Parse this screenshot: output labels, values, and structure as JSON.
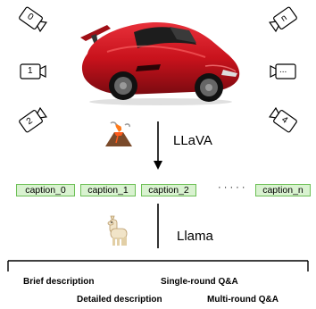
{
  "cameras": [
    {
      "label": "0"
    },
    {
      "label": "1"
    },
    {
      "label": "2"
    },
    {
      "label": "n"
    },
    {
      "label": "..."
    },
    {
      "label": "4"
    }
  ],
  "models": {
    "captioner": {
      "label": "LLaVA",
      "icon": "volcano-icon"
    },
    "generator": {
      "label": "Llama",
      "icon": "llama-icon"
    }
  },
  "captions": {
    "items": [
      "caption_0",
      "caption_1",
      "caption_2",
      "caption_n"
    ],
    "ellipsis": "· · · · ·"
  },
  "tasks": {
    "brief": "Brief description",
    "single_round": "Single-round Q&A",
    "detailed": "Detailed description",
    "multi_round": "Multi-round Q&A"
  },
  "colors": {
    "caption_fill": "#d9f2d0",
    "caption_border": "#6cbf55",
    "car_body": "#c8121c"
  }
}
